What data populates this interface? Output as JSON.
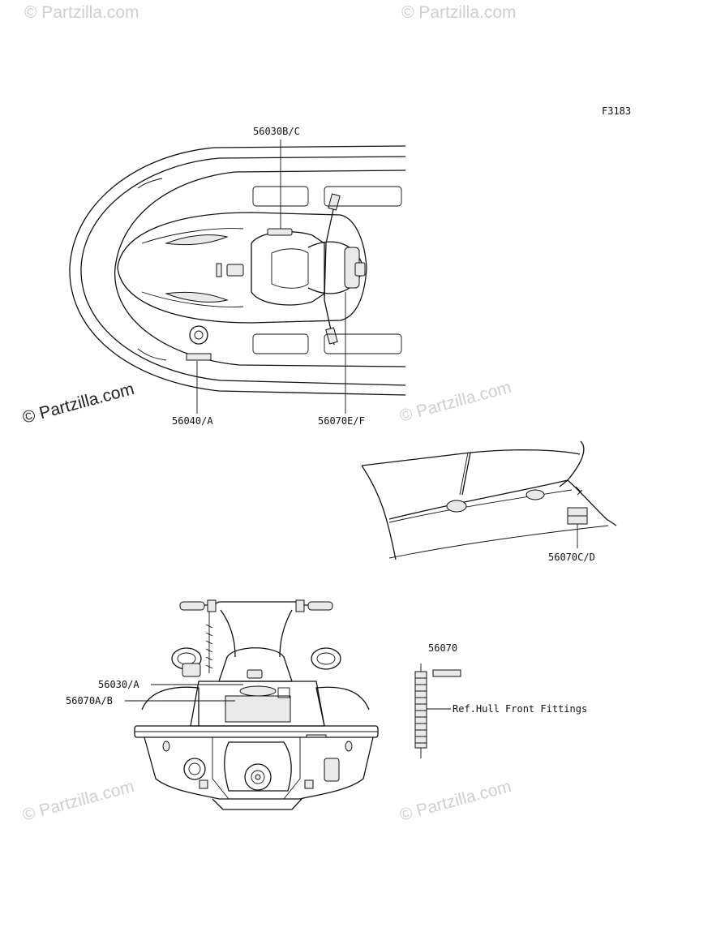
{
  "figure_code": "F3183",
  "watermarks": {
    "primary": "© Partzilla.com",
    "faint": "© Partzilla.com"
  },
  "callouts": {
    "top_deck_center": "56030B/C",
    "top_deck_left": "56040/A",
    "top_deck_right": "56070E/F",
    "side_view": "56070C/D",
    "rear_upper": "56030/A",
    "rear_lower": "56070A/B",
    "loose_part": "56070",
    "reference_note": "Ref.Hull Front Fittings"
  }
}
